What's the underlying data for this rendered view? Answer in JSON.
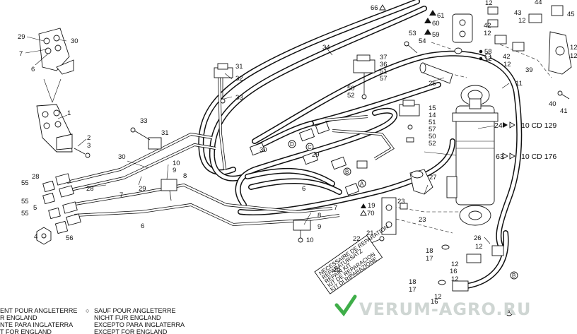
{
  "callouts": {
    "c66": "66",
    "c61": "61",
    "c60": "60",
    "c59": "59",
    "c53": "53",
    "c54": "54",
    "c58": "58",
    "c12a": "12",
    "c12b": "12",
    "c12c": "12",
    "c12d": "12",
    "c12e": "12",
    "c12f": "12",
    "c12g": "12",
    "c12h": "12",
    "c12i": "12",
    "c12j": "12",
    "c42a": "42",
    "c42b": "42",
    "c43": "43",
    "c44": "44",
    "c45": "45",
    "c39": "39",
    "c40": "40",
    "c41": "41",
    "c29a": "29",
    "c30a": "30",
    "c7a": "7",
    "c6a": "6",
    "c1": "1",
    "c2": "2",
    "c3": "3",
    "c31a": "31",
    "c32": "32",
    "c33a": "33",
    "c34": "34",
    "c37": "37",
    "c36": "36",
    "c51a": "51",
    "c57a": "57",
    "c50a": "50",
    "c52a": "52",
    "c25": "25",
    "c11": "11",
    "c15": "15",
    "c14": "14",
    "c51b": "51",
    "c57b": "57",
    "c50b": "50",
    "c52b": "52",
    "c24": "24",
    "c63": "63",
    "c10cd129": "10 CD 129",
    "c10cd176": "10 CD 176",
    "c33b": "33",
    "c31b": "31",
    "c30b": "30",
    "c10a": "10",
    "c9a": "9",
    "c8a": "8",
    "c29b": "29",
    "c30c": "30",
    "c28a": "28",
    "c55a": "55",
    "c28b": "28",
    "c55b": "55",
    "c5": "5",
    "c55c": "55",
    "c4": "4",
    "c56": "56",
    "c7b": "7",
    "c6b": "6",
    "c27": "27",
    "c23a": "23",
    "c23b": "23",
    "c19": "19",
    "c70": "70",
    "c6c": "6",
    "c7c": "7",
    "c8b": "8",
    "c9b": "9",
    "c10b": "10",
    "c22": "22",
    "c21": "21",
    "c20": "20",
    "c26": "26",
    "c18a": "18",
    "c17a": "17",
    "c16a": "16",
    "c18b": "18",
    "c17b": "17",
    "c16b": "16",
    "markA1": "A",
    "markA2": "A",
    "markB1": "B",
    "markB2": "B",
    "markC": "C",
    "markD": "D"
  },
  "plate": {
    "lines": [
      "NECESSAIRE DE REPARATION",
      "REPARATURSATZ",
      "REPAIR KIT",
      "KIT DE REPARACION",
      "KIT DI RIPARAZIONE"
    ]
  },
  "legend": {
    "left": [
      "ENT POUR ANGLETERRE",
      "R ENGLAND",
      "NTE PARA INGLATERRA",
      "T FOR ENGLAND"
    ],
    "right_symbol": "○",
    "right": [
      "SAUF POUR ANGLETERRE",
      "NICHT FUR ENGLAND",
      "EXCEPTO PARA INGLATERRA",
      "EXCEPT FOR ENGLAND"
    ]
  },
  "watermark": {
    "text": "VERUM-AGRO.RU",
    "check_color": "#3fae49",
    "text_color": "#cfd6d3"
  },
  "colors": {
    "ink": "#111111",
    "paper": "#ffffff"
  }
}
